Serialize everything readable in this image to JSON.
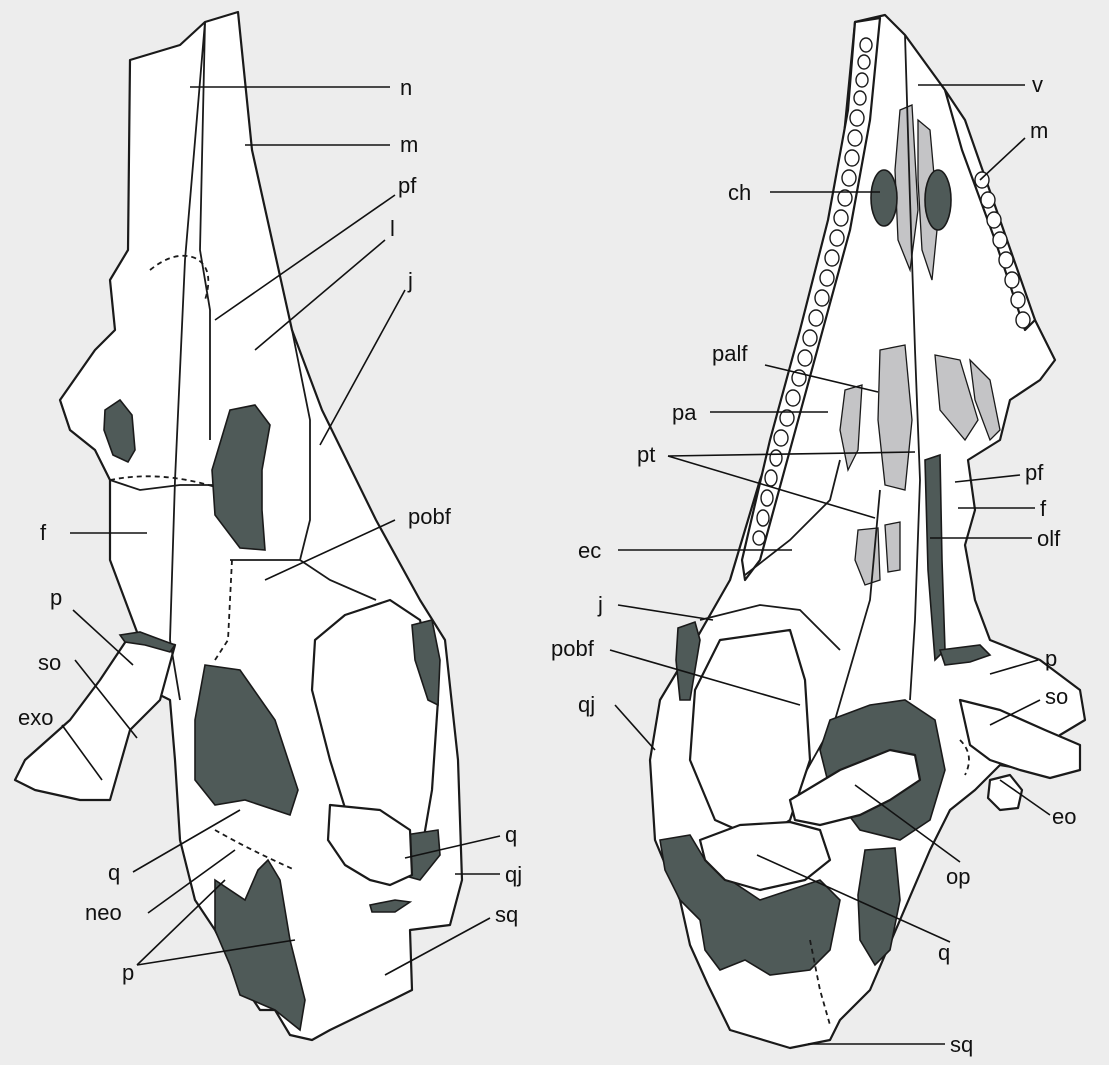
{
  "figure": {
    "colors": {
      "background": "#ededed",
      "bone": "#ffffff",
      "opening_dark": "#4f5a58",
      "palatal_fenestra_light": "#c4c4c6",
      "line": "#111111"
    },
    "dorsal_view": {
      "labels": {
        "n": "n",
        "m": "m",
        "pf": "pf",
        "l": "l",
        "j": "j",
        "pobf": "pobf",
        "f": "f",
        "p": "p",
        "so": "so",
        "exo": "exo",
        "q_left": "q",
        "q_right": "q",
        "qj": "qj",
        "neo": "neo",
        "sq": "sq",
        "p_bottom": "p"
      }
    },
    "ventral_view": {
      "labels": {
        "v": "v",
        "m": "m",
        "ch": "ch",
        "palf": "palf",
        "pa": "pa",
        "pt": "pt",
        "pf": "pf",
        "f": "f",
        "olf": "olf",
        "ec": "ec",
        "j": "j",
        "pobf": "pobf",
        "p": "p",
        "so": "so",
        "qj": "qj",
        "eo": "eo",
        "op": "op",
        "q": "q",
        "sq": "sq"
      }
    }
  }
}
